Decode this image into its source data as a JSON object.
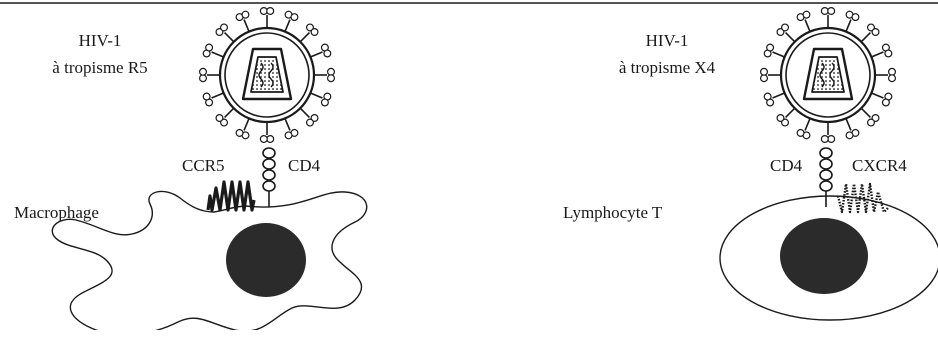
{
  "left": {
    "virus_label_line1": "HIV-1",
    "virus_label_line2": "à tropisme R5",
    "coreceptor": "CCR5",
    "receptor": "CD4",
    "cell": "Macrophage"
  },
  "right": {
    "virus_label_line1": "HIV-1",
    "virus_label_line2": "à tropisme X4",
    "receptor": "CD4",
    "coreceptor": "CXCR4",
    "cell": "Lymphocyte T"
  },
  "colors": {
    "ink": "#1a1a1a",
    "nucleus": "#2b2b2b",
    "background": "#ffffff"
  },
  "icons": [
    "virus-icon",
    "macrophage-cell-icon",
    "lymphocyte-cell-icon",
    "nucleus-icon"
  ]
}
